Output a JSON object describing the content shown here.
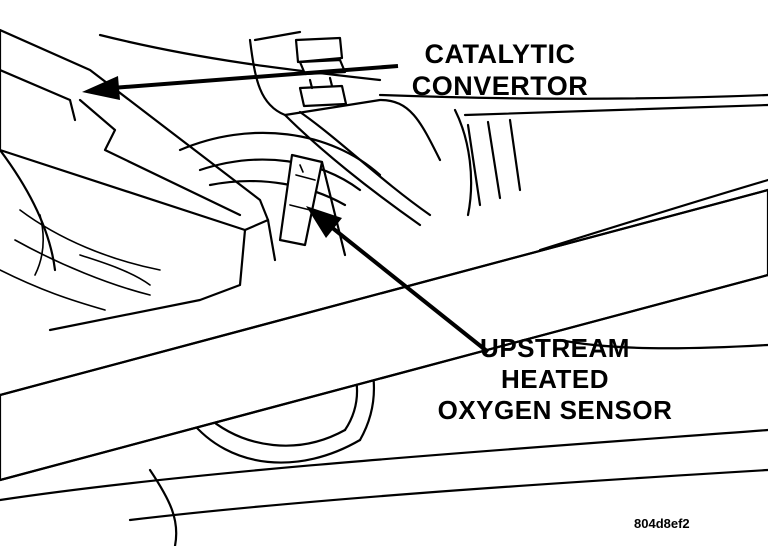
{
  "labels": {
    "catalytic_line1": "CATALYTIC",
    "catalytic_line2": "CONVERTOR",
    "sensor_line1": "UPSTREAM",
    "sensor_line2": "HEATED",
    "sensor_line3": "OXYGEN SENSOR"
  },
  "figure_id": "804d8ef2",
  "colors": {
    "ink": "#000000",
    "paper": "#ffffff"
  }
}
